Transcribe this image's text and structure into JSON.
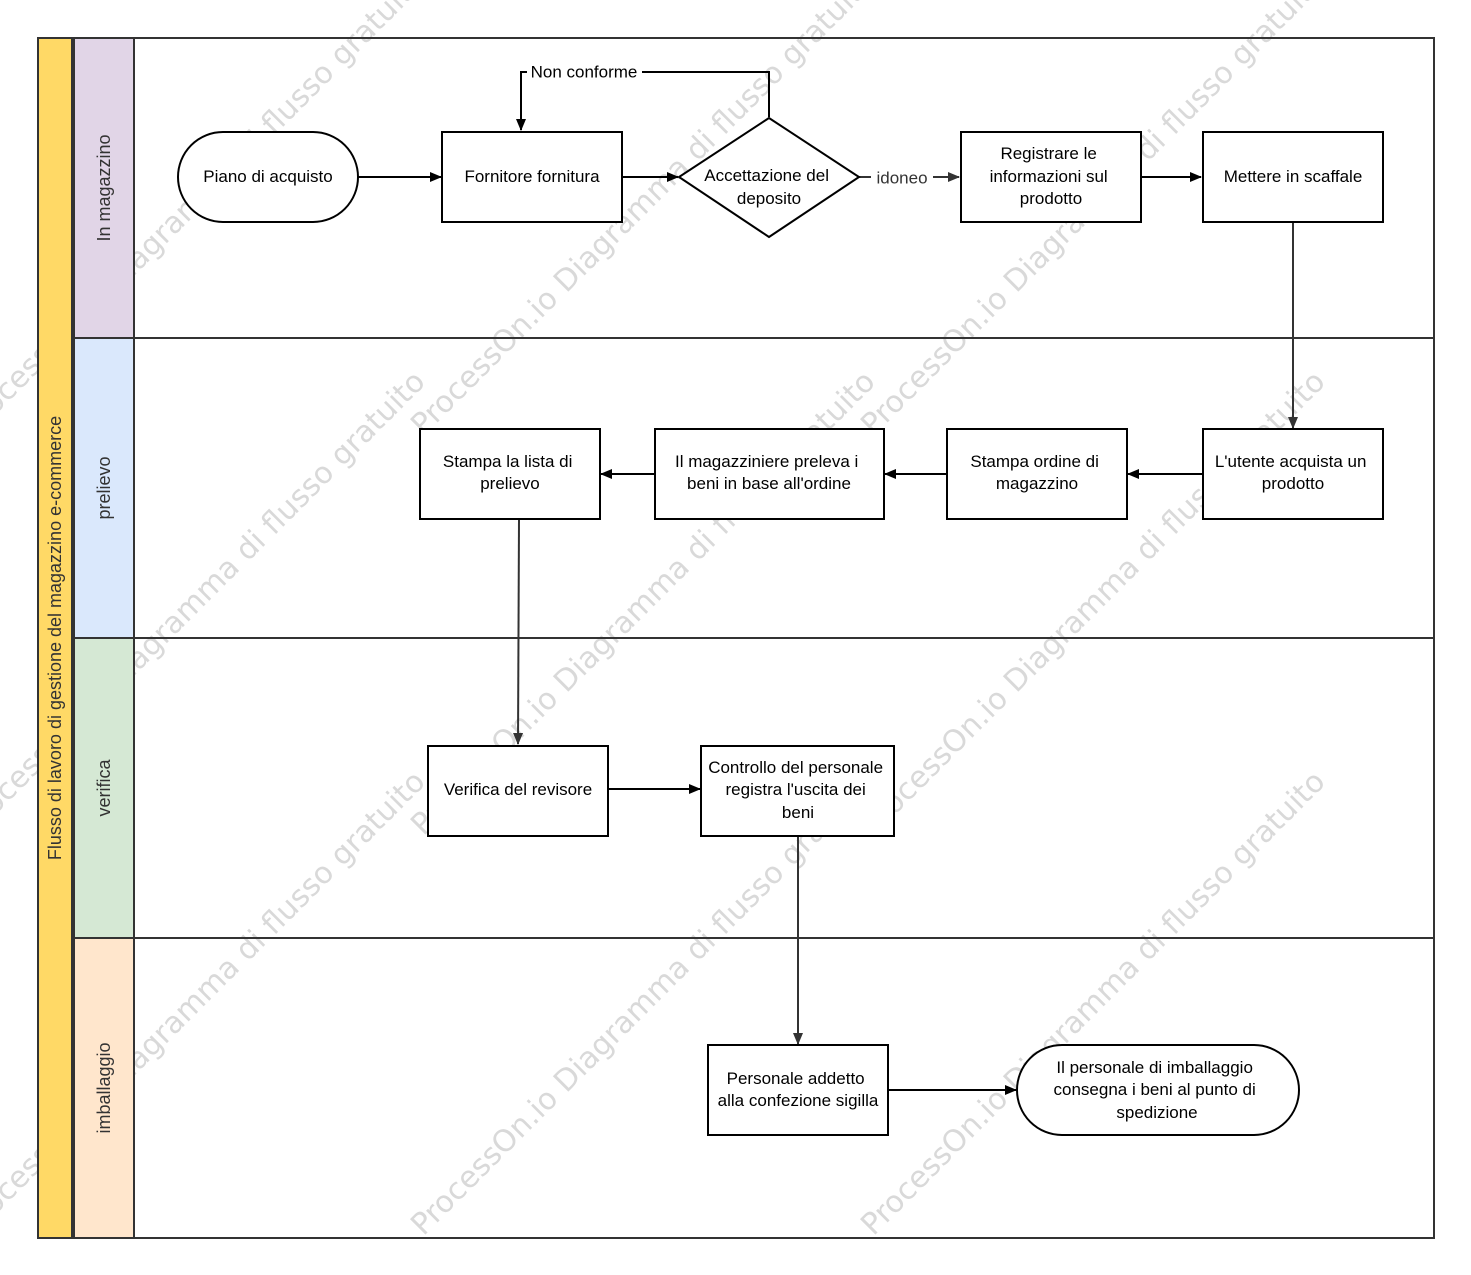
{
  "pool": {
    "title": "Flusso di lavoro di gestione del magazzino e-commerce",
    "color": "#FFD966"
  },
  "lanes": [
    {
      "id": "magazzino",
      "label": "In magazzino",
      "color": "#E1D5E7"
    },
    {
      "id": "prelievo",
      "label": "prelievo",
      "color": "#DAE8FC"
    },
    {
      "id": "verifica",
      "label": "verifica",
      "color": "#D5E8D4"
    },
    {
      "id": "imballaggio",
      "label": "imballaggio",
      "color": "#FFE6CC"
    }
  ],
  "nodes": [
    {
      "id": "piano",
      "shape": "terminator",
      "lines": [
        "Piano di acquisto"
      ]
    },
    {
      "id": "fornitore",
      "shape": "process",
      "lines": [
        "Fornitore fornitura"
      ]
    },
    {
      "id": "accettazione",
      "shape": "decision",
      "lines": [
        "Accettazione del",
        "deposito"
      ]
    },
    {
      "id": "registrare",
      "shape": "process",
      "lines": [
        "Registrare le",
        "informazioni sul",
        "prodotto"
      ]
    },
    {
      "id": "scaffale",
      "shape": "process",
      "lines": [
        "Mettere in scaffale"
      ]
    },
    {
      "id": "utente",
      "shape": "process",
      "lines": [
        "L'utente acquista un",
        "prodotto"
      ]
    },
    {
      "id": "stampa_ordine",
      "shape": "process",
      "lines": [
        "Stampa ordine di",
        "magazzino"
      ]
    },
    {
      "id": "magazziniere",
      "shape": "process",
      "lines": [
        "Il magazziniere preleva i",
        "beni in base all'ordine"
      ]
    },
    {
      "id": "stampa_lista",
      "shape": "process",
      "lines": [
        "Stampa la lista di",
        "prelievo"
      ]
    },
    {
      "id": "revisore",
      "shape": "process",
      "lines": [
        "Verifica del revisore"
      ]
    },
    {
      "id": "controllo",
      "shape": "process",
      "lines": [
        "Controllo del personale",
        "registra l'uscita dei",
        "beni"
      ]
    },
    {
      "id": "confezione",
      "shape": "process",
      "lines": [
        "Personale addetto",
        "alla confezione sigilla"
      ]
    },
    {
      "id": "consegna",
      "shape": "terminator",
      "lines": [
        "Il personale di imballaggio",
        "consegna i beni al punto di",
        "spedizione"
      ]
    }
  ],
  "edges": [
    {
      "from": "piano",
      "to": "fornitore",
      "label": ""
    },
    {
      "from": "fornitore",
      "to": "accettazione",
      "label": ""
    },
    {
      "from": "accettazione",
      "to": "fornitore",
      "label": "Non conforme"
    },
    {
      "from": "accettazione",
      "to": "registrare",
      "label": "idoneo"
    },
    {
      "from": "registrare",
      "to": "scaffale",
      "label": ""
    },
    {
      "from": "scaffale",
      "to": "utente",
      "label": ""
    },
    {
      "from": "utente",
      "to": "stampa_ordine",
      "label": ""
    },
    {
      "from": "stampa_ordine",
      "to": "magazziniere",
      "label": ""
    },
    {
      "from": "magazziniere",
      "to": "stampa_lista",
      "label": ""
    },
    {
      "from": "stampa_lista",
      "to": "revisore",
      "label": ""
    },
    {
      "from": "revisore",
      "to": "controllo",
      "label": ""
    },
    {
      "from": "controllo",
      "to": "confezione",
      "label": ""
    },
    {
      "from": "confezione",
      "to": "consegna",
      "label": ""
    }
  ],
  "watermark": "ProcessOn.io Diagramma di flusso gratuito"
}
